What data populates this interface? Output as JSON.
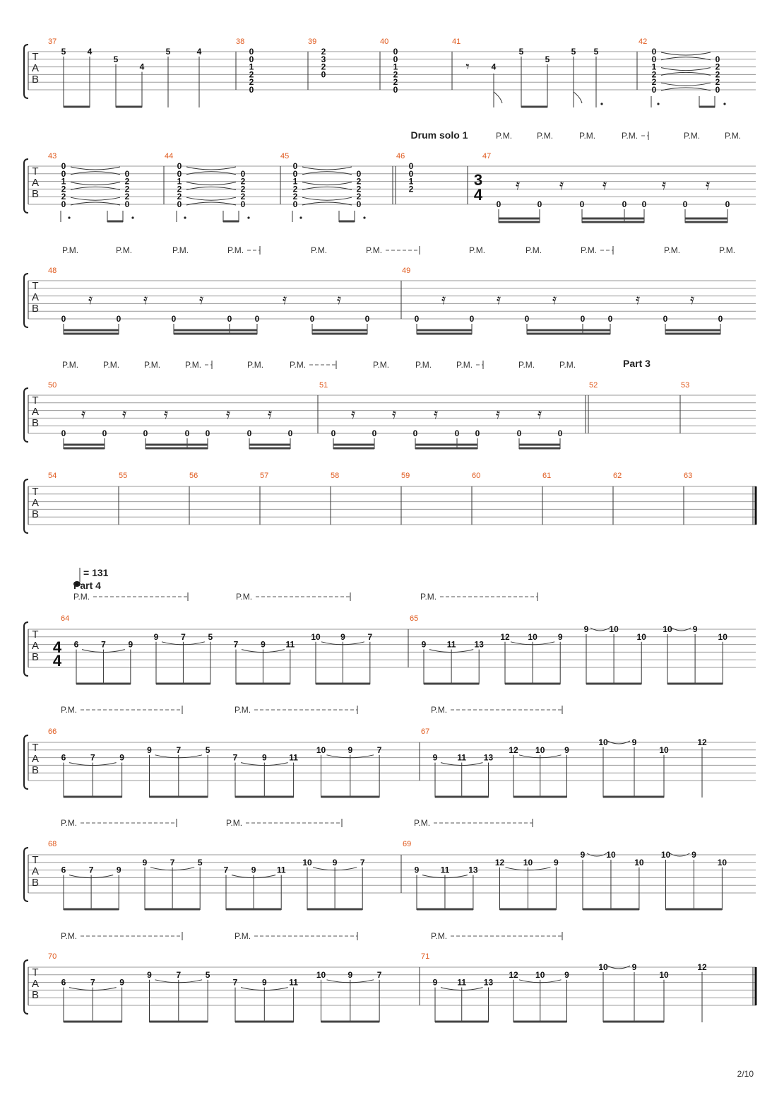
{
  "page": {
    "number": "2/10"
  },
  "tab_letters": [
    "T",
    "A",
    "B"
  ],
  "tempo": {
    "value": "= 131"
  },
  "sections": [
    {
      "system": 1,
      "name": "Drum solo 1"
    },
    {
      "system": 2,
      "name": "Part 3"
    },
    {
      "system": 4,
      "name": "Part 4"
    }
  ],
  "time_signatures": [
    {
      "system": 1,
      "measure": "47",
      "top": "3",
      "bottom": "4"
    },
    {
      "system": 4,
      "measure": "64",
      "top": "4",
      "bottom": "4"
    }
  ],
  "palm_mute": "P.M.",
  "systems": [
    {
      "measures": [
        {
          "number": "37",
          "notes": [
            [
              "5"
            ],
            [
              "4"
            ],
            [
              "5"
            ],
            [
              "4"
            ],
            [
              "5"
            ],
            [
              "4"
            ]
          ]
        },
        {
          "number": "38",
          "chord": [
            "0",
            "0",
            "1",
            "2",
            "2",
            "0"
          ]
        },
        {
          "number": "39",
          "chord": [
            "2",
            "3",
            "2",
            "0"
          ]
        },
        {
          "number": "40",
          "chord": [
            "0",
            "0",
            "1",
            "2",
            "2",
            "0"
          ]
        },
        {
          "number": "41",
          "notes": [
            [
              "4"
            ],
            [
              "5"
            ],
            [
              "5"
            ],
            [
              "5"
            ],
            [
              "5"
            ]
          ]
        },
        {
          "number": "42",
          "chord_a": [
            "0",
            "0",
            "1",
            "2",
            "2",
            "0"
          ],
          "chord_b": [
            "0",
            "2",
            "2",
            "2",
            "0"
          ]
        }
      ]
    },
    {
      "measures": [
        {
          "number": "43",
          "chord_a": [
            "0",
            "0",
            "1",
            "2",
            "2",
            "0"
          ],
          "chord_b": [
            "0",
            "2",
            "2",
            "2",
            "0"
          ]
        },
        {
          "number": "44",
          "chord_a": [
            "0",
            "0",
            "1",
            "2",
            "2",
            "0"
          ],
          "chord_b": [
            "0",
            "2",
            "2",
            "2",
            "0"
          ]
        },
        {
          "number": "45",
          "chord_a": [
            "0",
            "0",
            "1",
            "2",
            "2",
            "0"
          ],
          "chord_b": [
            "0",
            "2",
            "2",
            "2",
            "0"
          ]
        },
        {
          "number": "46",
          "chord": [
            "0",
            "0",
            "1",
            "2"
          ]
        },
        {
          "number": "47",
          "frets": [
            "0",
            "0",
            "0",
            "0",
            "0",
            "0",
            "0"
          ]
        }
      ]
    },
    {
      "measures": [
        {
          "number": "48",
          "frets": [
            "0",
            "0",
            "0",
            "0",
            "0",
            "0",
            "0"
          ]
        },
        {
          "number": "49",
          "frets": [
            "0",
            "0",
            "0",
            "0",
            "0",
            "0",
            "0"
          ]
        }
      ]
    },
    {
      "measures": [
        {
          "number": "50",
          "frets": [
            "0",
            "0",
            "0",
            "0",
            "0",
            "0",
            "0"
          ]
        },
        {
          "number": "51",
          "frets": [
            "0",
            "0",
            "0",
            "0",
            "0",
            "0",
            "0"
          ]
        },
        {
          "number": "52"
        },
        {
          "number": "53"
        }
      ]
    },
    {
      "measures": [
        {
          "number": "54"
        },
        {
          "number": "55"
        },
        {
          "number": "56"
        },
        {
          "number": "57"
        },
        {
          "number": "58"
        },
        {
          "number": "59"
        },
        {
          "number": "60"
        },
        {
          "number": "61"
        },
        {
          "number": "62"
        },
        {
          "number": "63"
        }
      ]
    },
    {
      "measures": [
        {
          "number": "64",
          "frets": [
            "6",
            "7",
            "9",
            "9",
            "7",
            "5",
            "7",
            "9",
            "11",
            "10",
            "9",
            "7"
          ]
        },
        {
          "number": "65",
          "frets": [
            "9",
            "11",
            "13",
            "12",
            "10",
            "9",
            "9",
            "10",
            "10",
            "10",
            "9",
            "10"
          ]
        }
      ]
    },
    {
      "measures": [
        {
          "number": "66",
          "frets": [
            "6",
            "7",
            "9",
            "9",
            "7",
            "5",
            "7",
            "9",
            "11",
            "10",
            "9",
            "7"
          ]
        },
        {
          "number": "67",
          "frets": [
            "9",
            "11",
            "13",
            "12",
            "10",
            "9",
            "10",
            "9",
            "10",
            "12"
          ]
        }
      ]
    },
    {
      "measures": [
        {
          "number": "68",
          "frets": [
            "6",
            "7",
            "9",
            "9",
            "7",
            "5",
            "7",
            "9",
            "11",
            "10",
            "9",
            "7"
          ]
        },
        {
          "number": "69",
          "frets": [
            "9",
            "11",
            "13",
            "12",
            "10",
            "9",
            "9",
            "10",
            "10",
            "10",
            "9",
            "10"
          ]
        }
      ]
    },
    {
      "measures": [
        {
          "number": "70",
          "frets": [
            "6",
            "7",
            "9",
            "9",
            "7",
            "5",
            "7",
            "9",
            "11",
            "10",
            "9",
            "7"
          ]
        },
        {
          "number": "71",
          "frets": [
            "9",
            "11",
            "13",
            "12",
            "10",
            "9",
            "10",
            "9",
            "10",
            "12"
          ]
        }
      ]
    }
  ]
}
